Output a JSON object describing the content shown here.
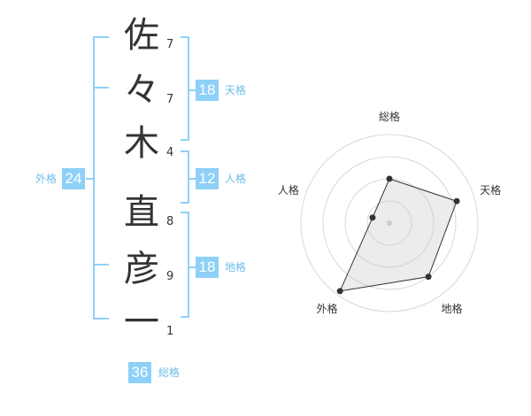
{
  "name": {
    "chars": [
      {
        "char": "佐",
        "strokes": "7"
      },
      {
        "char": "々",
        "strokes": "7"
      },
      {
        "char": "木",
        "strokes": "4"
      },
      {
        "char": "直",
        "strokes": "8"
      },
      {
        "char": "彦",
        "strokes": "9"
      },
      {
        "char": "一",
        "strokes": "1"
      }
    ]
  },
  "kaku": {
    "ten": {
      "value": "18",
      "label": "天格"
    },
    "jin": {
      "value": "12",
      "label": "人格"
    },
    "chi": {
      "value": "18",
      "label": "地格"
    },
    "gai": {
      "value": "24",
      "label": "外格"
    },
    "sou": {
      "value": "36",
      "label": "総格"
    }
  },
  "colors": {
    "accent": "#8ed0f7",
    "accent_text": "#6cbdea"
  },
  "chart_data": {
    "type": "radar",
    "axes": [
      "総格",
      "天格",
      "地格",
      "外格",
      "人格"
    ],
    "values": [
      0.5,
      0.8,
      0.75,
      0.95,
      0.2
    ],
    "rings": 4,
    "range": [
      0,
      1
    ]
  }
}
